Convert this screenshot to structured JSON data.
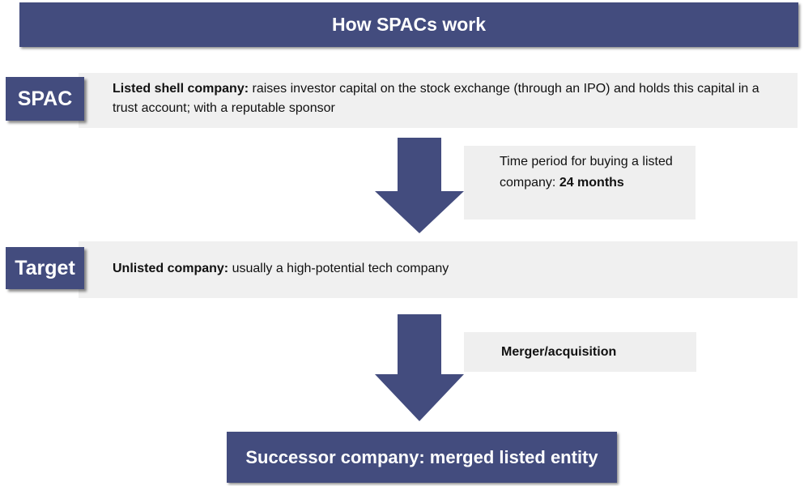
{
  "title": "How SPACs work",
  "colors": {
    "accent": "#434c7e",
    "panel": "#f0f0f0"
  },
  "spac": {
    "tag": "SPAC",
    "lead": "Listed shell company:",
    "text": " raises investor capital on the stock exchange (through an IPO) and holds this capital in a trust account; with a reputable sponsor"
  },
  "time_note": {
    "text": "Time period for buying a listed company: ",
    "bold": "24 months"
  },
  "target": {
    "tag": "Target",
    "lead": "Unlisted company:",
    "text": " usually a high-potential tech company"
  },
  "merge_note": {
    "text": "Merger/acquisition"
  },
  "successor": {
    "text": "Successor company: merged listed entity"
  },
  "icons": {
    "arrow": "arrow-down-icon"
  }
}
